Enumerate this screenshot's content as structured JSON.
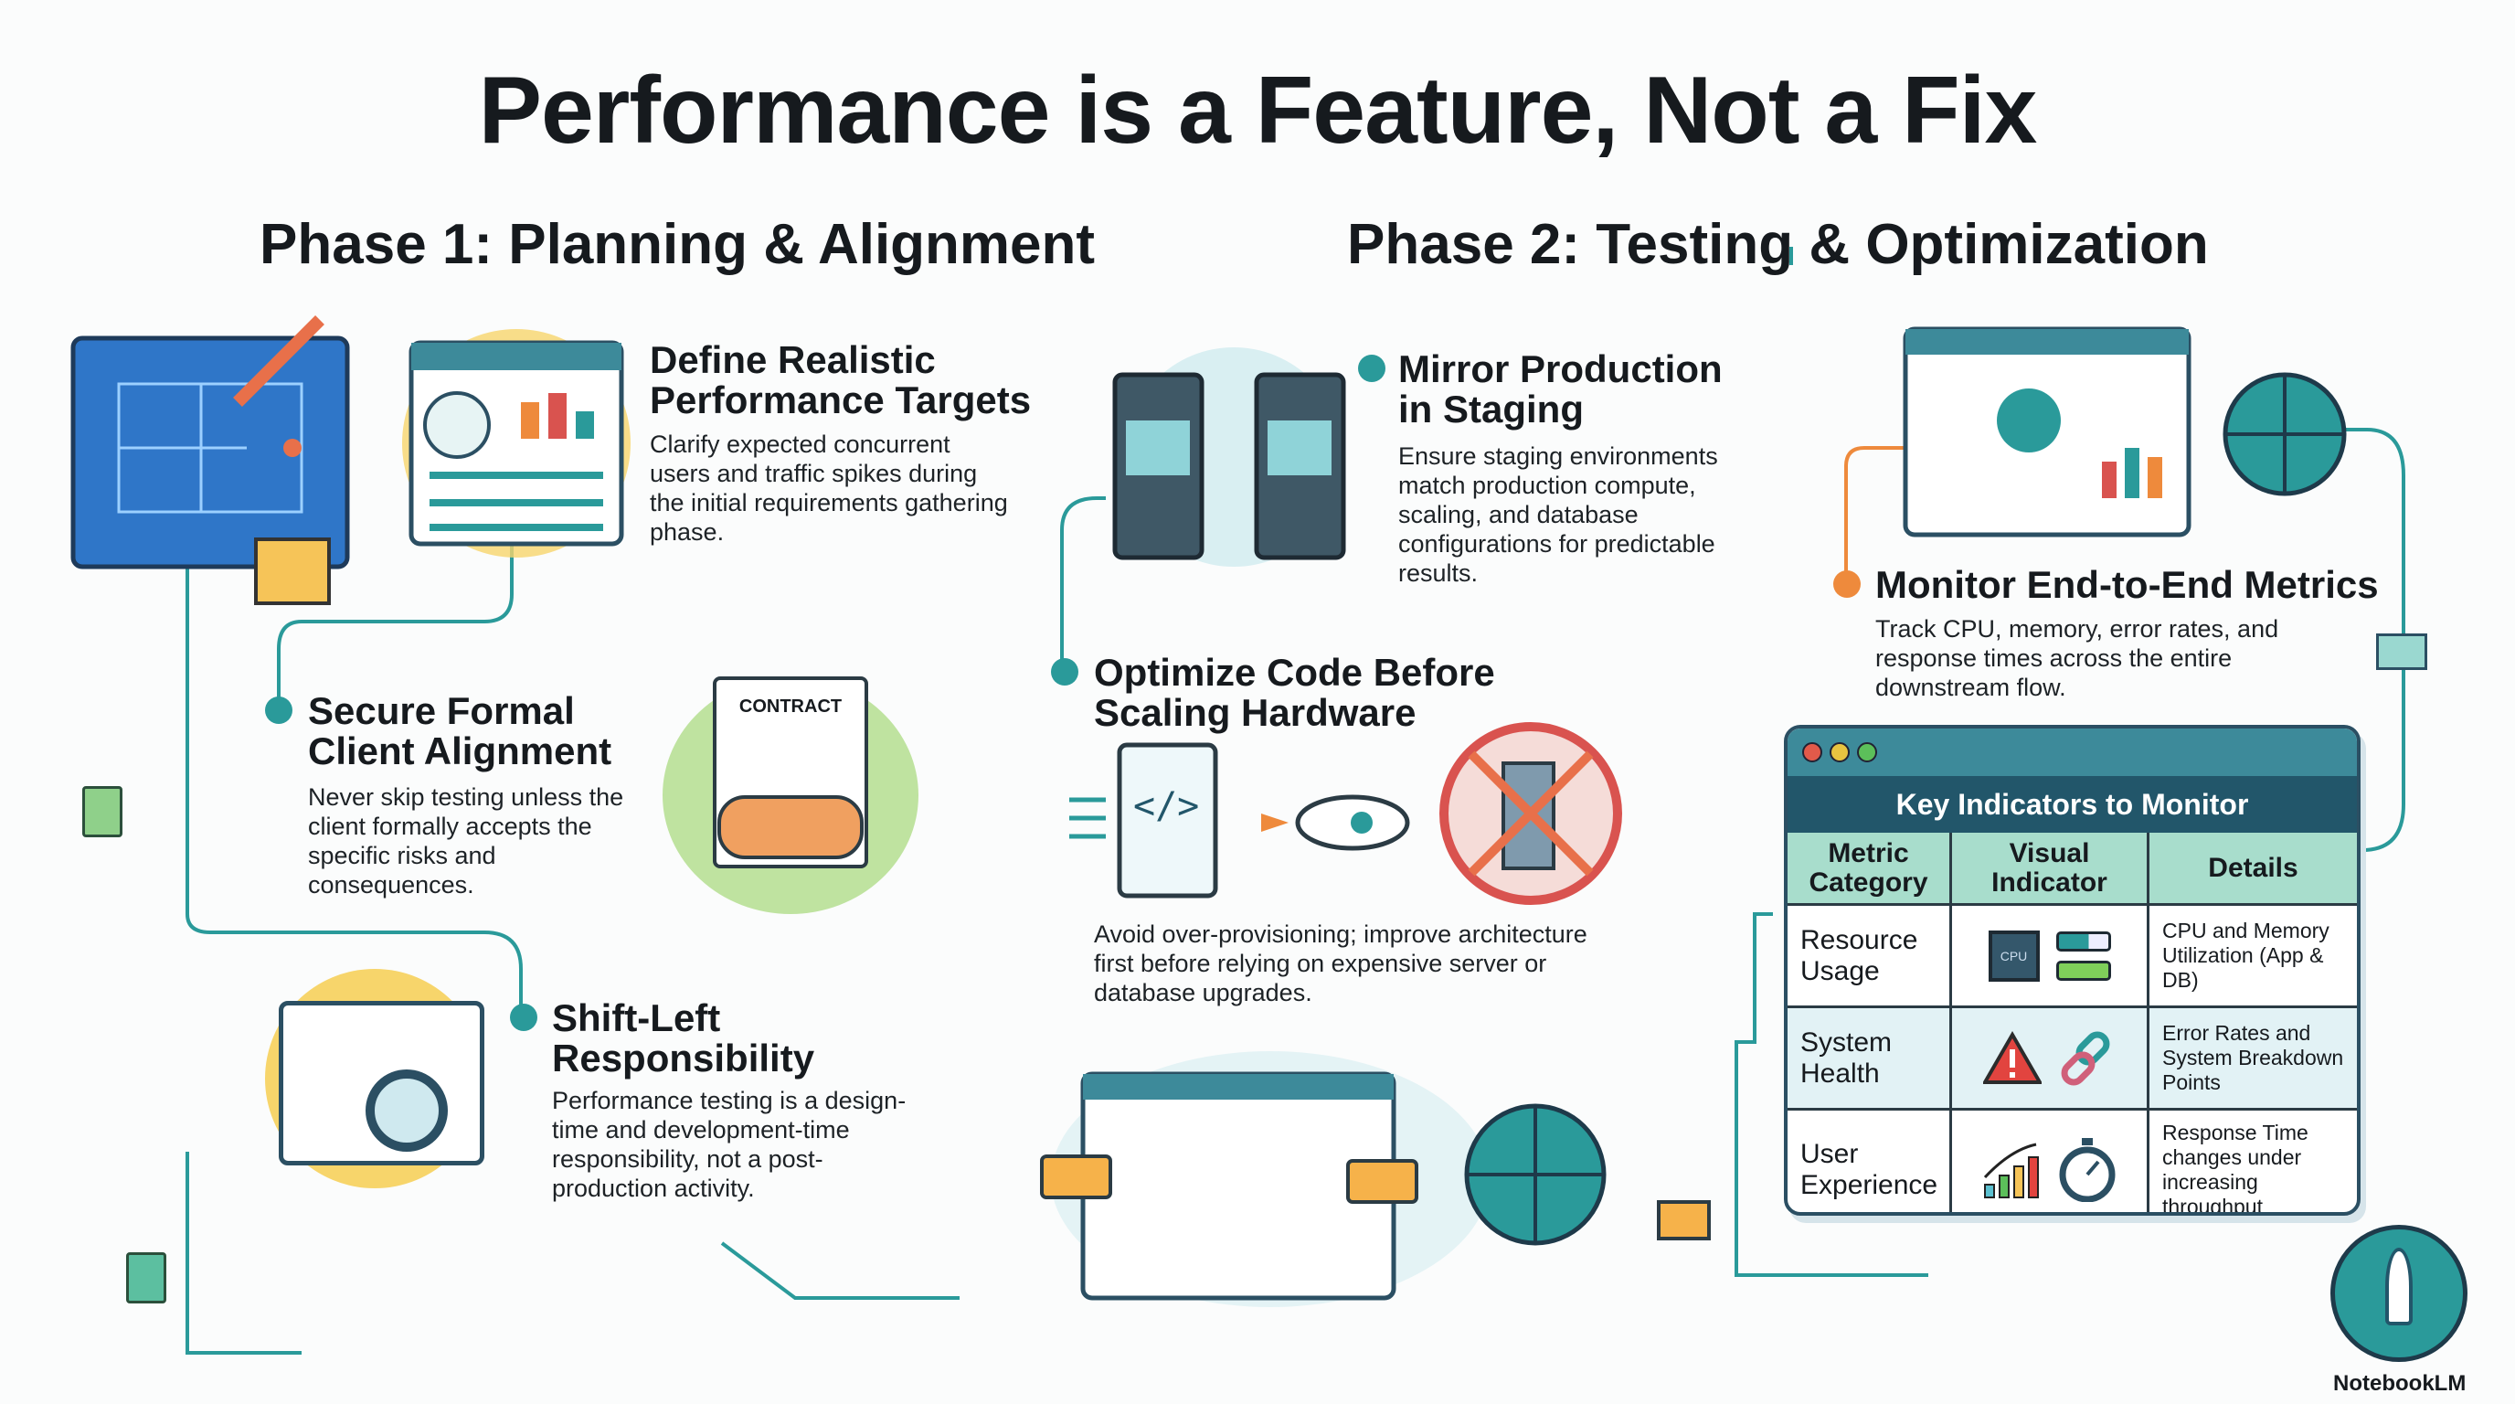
{
  "title": "Performance is a Feature, Not a Fix",
  "phase1": {
    "heading": "Phase 1: Planning & Alignment",
    "sections": [
      {
        "title": "Define Realistic Performance Targets",
        "body": "Clarify expected concurrent users and traffic spikes during the initial requirements gathering phase."
      },
      {
        "title": "Secure Formal Client Alignment",
        "body": "Never skip testing unless the client formally accepts the specific risks and consequences."
      },
      {
        "title": "Shift-Left Responsibility",
        "body": "Performance testing is a design-time and development-time responsibility, not a post-production activity."
      }
    ],
    "contract_label": "CONTRACT"
  },
  "phase2": {
    "heading": "Phase 2: Testing & Optimization",
    "sections": [
      {
        "title": "Mirror Production in Staging",
        "body": "Ensure staging environments match production compute, scaling, and database configurations for predictable results."
      },
      {
        "title": "Optimize Code Before Scaling Hardware",
        "body": "Avoid over-provisioning; improve architecture first before relying on expensive server or database upgrades."
      },
      {
        "title": "Monitor End-to-End Metrics",
        "body": "Track CPU, memory, error rates, and response times across the entire downstream flow."
      }
    ]
  },
  "table": {
    "title": "Key Indicators to Monitor",
    "headers": [
      "Metric Category",
      "Visual Indicator",
      "Details"
    ],
    "rows": [
      {
        "category": "Resource Usage",
        "details": "CPU and Memory Utilization (App & DB)",
        "icons": [
          "cpu-icon",
          "battery-icon"
        ]
      },
      {
        "category": "System Health",
        "details": "Error Rates and System Breakdown Points",
        "icons": [
          "warning-icon",
          "broken-link-icon"
        ]
      },
      {
        "category": "User Experience",
        "details": "Response Time changes under increasing throughput",
        "icons": [
          "growth-chart-icon",
          "stopwatch-icon"
        ]
      }
    ],
    "cpu_label": "CPU"
  },
  "branding": "NotebookLM",
  "colors": {
    "teal": "#2a9a9a",
    "navy": "#22566a",
    "orange": "#ee8a3c",
    "header_green": "#a8ddcc"
  }
}
